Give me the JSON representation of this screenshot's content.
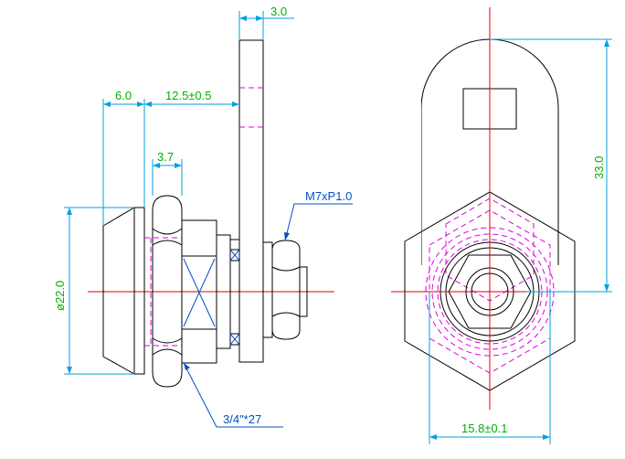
{
  "dimensions": {
    "plate_thickness": "3.0",
    "face_depth": "6.0",
    "body_to_plate": "12.5±0.5",
    "nut_thickness": "3.7",
    "thread_spec": "M7xP1.0",
    "head_diameter": "ø22.0",
    "body_thread": "3/4\"*27",
    "cam_length": "33.0",
    "hex_width": "15.8±0.1"
  },
  "colors": {
    "object_line": "#000000",
    "hidden_line": "#e000e0",
    "center_line": "#e00000",
    "dimension_line": "#00a0e0",
    "dimension_text": "#00b000",
    "leader_text": "#0050c8"
  }
}
